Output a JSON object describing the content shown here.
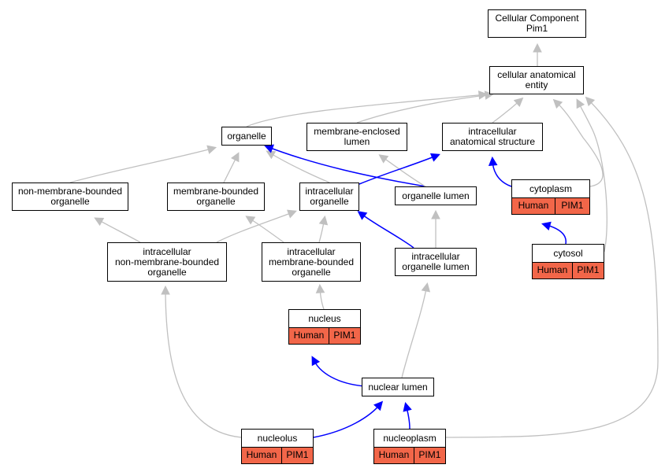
{
  "nodes": {
    "root": {
      "lines": [
        "Cellular Component",
        "Pim1"
      ]
    },
    "cae": {
      "lines": [
        "cellular anatomical",
        "entity"
      ]
    },
    "organelle": {
      "lines": [
        "organelle"
      ]
    },
    "mel": {
      "lines": [
        "membrane-enclosed",
        "lumen"
      ]
    },
    "ias": {
      "lines": [
        "intracellular",
        "anatomical structure"
      ]
    },
    "nmbo": {
      "lines": [
        "non-membrane-bounded",
        "organelle"
      ]
    },
    "mbo": {
      "lines": [
        "membrane-bounded",
        "organelle"
      ]
    },
    "io": {
      "lines": [
        "intracellular",
        "organelle"
      ]
    },
    "ol": {
      "lines": [
        "organelle lumen"
      ]
    },
    "cytoplasm": {
      "lines": [
        "cytoplasm"
      ],
      "annot": [
        "Human",
        "PIM1"
      ]
    },
    "inmbo": {
      "lines": [
        "intracellular",
        "non-membrane-bounded",
        "organelle"
      ]
    },
    "imbo": {
      "lines": [
        "intracellular",
        "membrane-bounded",
        "organelle"
      ]
    },
    "iol": {
      "lines": [
        "intracellular",
        "organelle lumen"
      ]
    },
    "cytosol": {
      "lines": [
        "cytosol"
      ],
      "annot": [
        "Human",
        "PIM1"
      ]
    },
    "nucleus": {
      "lines": [
        "nucleus"
      ],
      "annot": [
        "Human",
        "PIM1"
      ]
    },
    "nl": {
      "lines": [
        "nuclear lumen"
      ]
    },
    "nucleolus": {
      "lines": [
        "nucleolus"
      ],
      "annot": [
        "Human",
        "PIM1"
      ]
    },
    "nucleoplasm": {
      "lines": [
        "nucleoplasm"
      ],
      "annot": [
        "Human",
        "PIM1"
      ]
    }
  },
  "edges": [
    {
      "from": "cae",
      "to": "root",
      "type": "is_a"
    },
    {
      "from": "organelle",
      "to": "cae",
      "type": "is_a"
    },
    {
      "from": "mel",
      "to": "cae",
      "type": "is_a"
    },
    {
      "from": "ias",
      "to": "cae",
      "type": "is_a"
    },
    {
      "from": "cytoplasm",
      "to": "cae",
      "type": "is_a"
    },
    {
      "from": "cytosol",
      "to": "cae",
      "type": "is_a"
    },
    {
      "from": "nucleoplasm",
      "to": "cae",
      "type": "is_a"
    },
    {
      "from": "nmbo",
      "to": "organelle",
      "type": "is_a"
    },
    {
      "from": "mbo",
      "to": "organelle",
      "type": "is_a"
    },
    {
      "from": "io",
      "to": "organelle",
      "type": "is_a"
    },
    {
      "from": "ol",
      "to": "organelle",
      "type": "part_of"
    },
    {
      "from": "ol",
      "to": "mel",
      "type": "is_a"
    },
    {
      "from": "io",
      "to": "ias",
      "type": "part_of"
    },
    {
      "from": "cytoplasm",
      "to": "ias",
      "type": "part_of"
    },
    {
      "from": "inmbo",
      "to": "nmbo",
      "type": "is_a"
    },
    {
      "from": "inmbo",
      "to": "io",
      "type": "is_a"
    },
    {
      "from": "imbo",
      "to": "mbo",
      "type": "is_a"
    },
    {
      "from": "imbo",
      "to": "io",
      "type": "is_a"
    },
    {
      "from": "iol",
      "to": "io",
      "type": "part_of"
    },
    {
      "from": "iol",
      "to": "ol",
      "type": "is_a"
    },
    {
      "from": "cytosol",
      "to": "cytoplasm",
      "type": "part_of"
    },
    {
      "from": "nucleus",
      "to": "imbo",
      "type": "is_a"
    },
    {
      "from": "nl",
      "to": "nucleus",
      "type": "part_of"
    },
    {
      "from": "nl",
      "to": "iol",
      "type": "is_a"
    },
    {
      "from": "nucleolus",
      "to": "inmbo",
      "type": "is_a"
    },
    {
      "from": "nucleolus",
      "to": "nl",
      "type": "part_of"
    },
    {
      "from": "nucleoplasm",
      "to": "nl",
      "type": "part_of"
    }
  ],
  "colors": {
    "is_a_edge": "#c0c0c0",
    "part_of_edge": "#0000ff",
    "annotation_fill": "#f26649"
  }
}
